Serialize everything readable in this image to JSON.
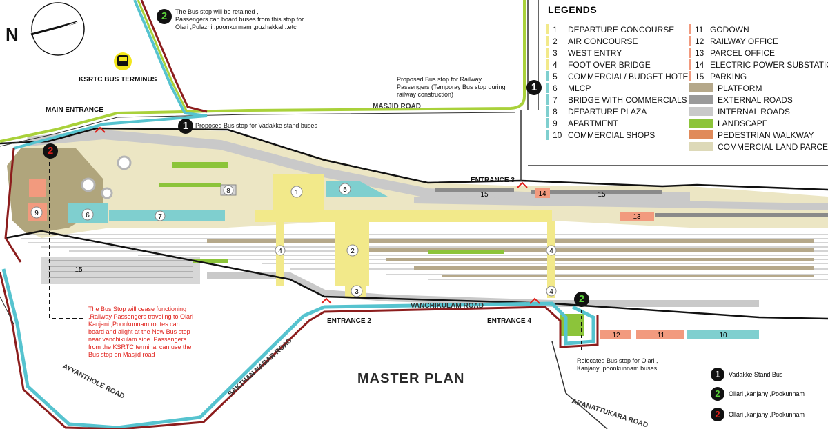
{
  "title": "MASTER PLAN",
  "north_label": "N",
  "legend": {
    "heading": "LEGENDS",
    "numbered_left": [
      {
        "num": "1",
        "label": "DEPARTURE CONCOURSE",
        "color": "#f2e98a"
      },
      {
        "num": "2",
        "label": "AIR CONCOURSE",
        "color": "#f2e98a"
      },
      {
        "num": "3",
        "label": "WEST ENTRY",
        "color": "#f2e98a"
      },
      {
        "num": "4",
        "label": "FOOT OVER BRIDGE",
        "color": "#f2e98a"
      },
      {
        "num": "5",
        "label": "COMMERCIAL/ BUDGET HOTEL",
        "color": "#7fcfcf"
      },
      {
        "num": "6",
        "label": "MLCP",
        "color": "#7fcfcf"
      },
      {
        "num": "7",
        "label": "BRIDGE WITH COMMERCIALS",
        "color": "#7fcfcf"
      },
      {
        "num": "8",
        "label": "DEPARTURE PLAZA",
        "color": "#7fcfcf"
      },
      {
        "num": "9",
        "label": "APARTMENT",
        "color": "#7fcfcf"
      },
      {
        "num": "10",
        "label": "COMMERCIAL SHOPS",
        "color": "#7fcfcf"
      }
    ],
    "numbered_right": [
      {
        "num": "11",
        "label": "GODOWN",
        "color": "#f29a7e"
      },
      {
        "num": "12",
        "label": "RAILWAY OFFICE",
        "color": "#f29a7e"
      },
      {
        "num": "13",
        "label": "PARCEL OFFICE",
        "color": "#f29a7e"
      },
      {
        "num": "14",
        "label": "ELECTRIC POWER SUBSTATION",
        "color": "#f29a7e"
      },
      {
        "num": "15",
        "label": "PARKING",
        "color": "#f29a7e"
      }
    ],
    "swatches": [
      {
        "label": "PLATFORM",
        "color": "#b5a88a"
      },
      {
        "label": "EXTERNAL ROADS",
        "color": "#9a9a9a"
      },
      {
        "label": "INTERNAL ROADS",
        "color": "#c9c9c9"
      },
      {
        "label": "LANDSCAPE",
        "color": "#8cc43a"
      },
      {
        "label": "PEDESTRIAN WALKWAY",
        "color": "#e08a5a"
      },
      {
        "label": "COMMERCIAL LAND PARCEL",
        "color": "#ddd9b8"
      }
    ]
  },
  "bus_stop_key": [
    {
      "badge": "1",
      "label": "Vadakke Stand Bus",
      "style": "white"
    },
    {
      "badge": "2",
      "label": "Ollari ,kanjany ,Pookunnam",
      "style": "green"
    },
    {
      "badge": "2",
      "label": "Ollari ,kanjany ,Pookunnam",
      "style": "red"
    }
  ],
  "notes": {
    "retained": "The Bus stop will be retained ,\nPassengers can board buses from this stop for\nOlari ,Pulazhi ,poonkunnam ,puzhakkal ..etc",
    "proposed_railway": "Proposed Bus stop for Railway\nPassengers (Temporay Bus stop during\nrailway construction)",
    "vadakke": "Proposed Bus stop for Vadakke stand buses",
    "cease": "The Bus Stop will cease functioning\n,Railway Passengers traveling to  Olari\nKanjani ,Poonkunnam routes can\nboard and alight at the  New Bus stop\nnear vanchikulam side.  Passengers\nfrom the KSRTC terminal can use the\nBus stop on Masjid road",
    "relocated": "Relocated Bus stop for Olari ,\nKanjany ,poonkunnam buses"
  },
  "places": {
    "ksrtc": "KSRTC BUS TERMINUS",
    "main_entrance": "MAIN ENTRANCE",
    "entrance2": "ENTRANCE 2",
    "entrance3": "ENTRANCE 3",
    "entrance4": "ENTRANCE 4"
  },
  "roads": {
    "masjid": "MASJID ROAD",
    "vanchikulam": "VANCHIKULAM ROAD",
    "sakthan": "SAKTHAN NAGAR ROAD",
    "ayyanthole": "AYYANTHOLE ROAD",
    "aranattukara": "ARANATTUKARA ROAD"
  },
  "building_numbers": [
    "1",
    "2",
    "3",
    "4",
    "4",
    "4",
    "5",
    "6",
    "7",
    "8",
    "9",
    "10",
    "11",
    "12",
    "13",
    "14",
    "15",
    "15",
    "15"
  ],
  "colors": {
    "green_route": "#a9d13a",
    "cyan_route": "#56c3cf",
    "red_route": "#8c1d1d",
    "concourse": "#f2e98a",
    "commercial": "#7fcfcf",
    "office": "#f29a7e",
    "platform": "#b5a88a",
    "land": "#b0a57c"
  }
}
